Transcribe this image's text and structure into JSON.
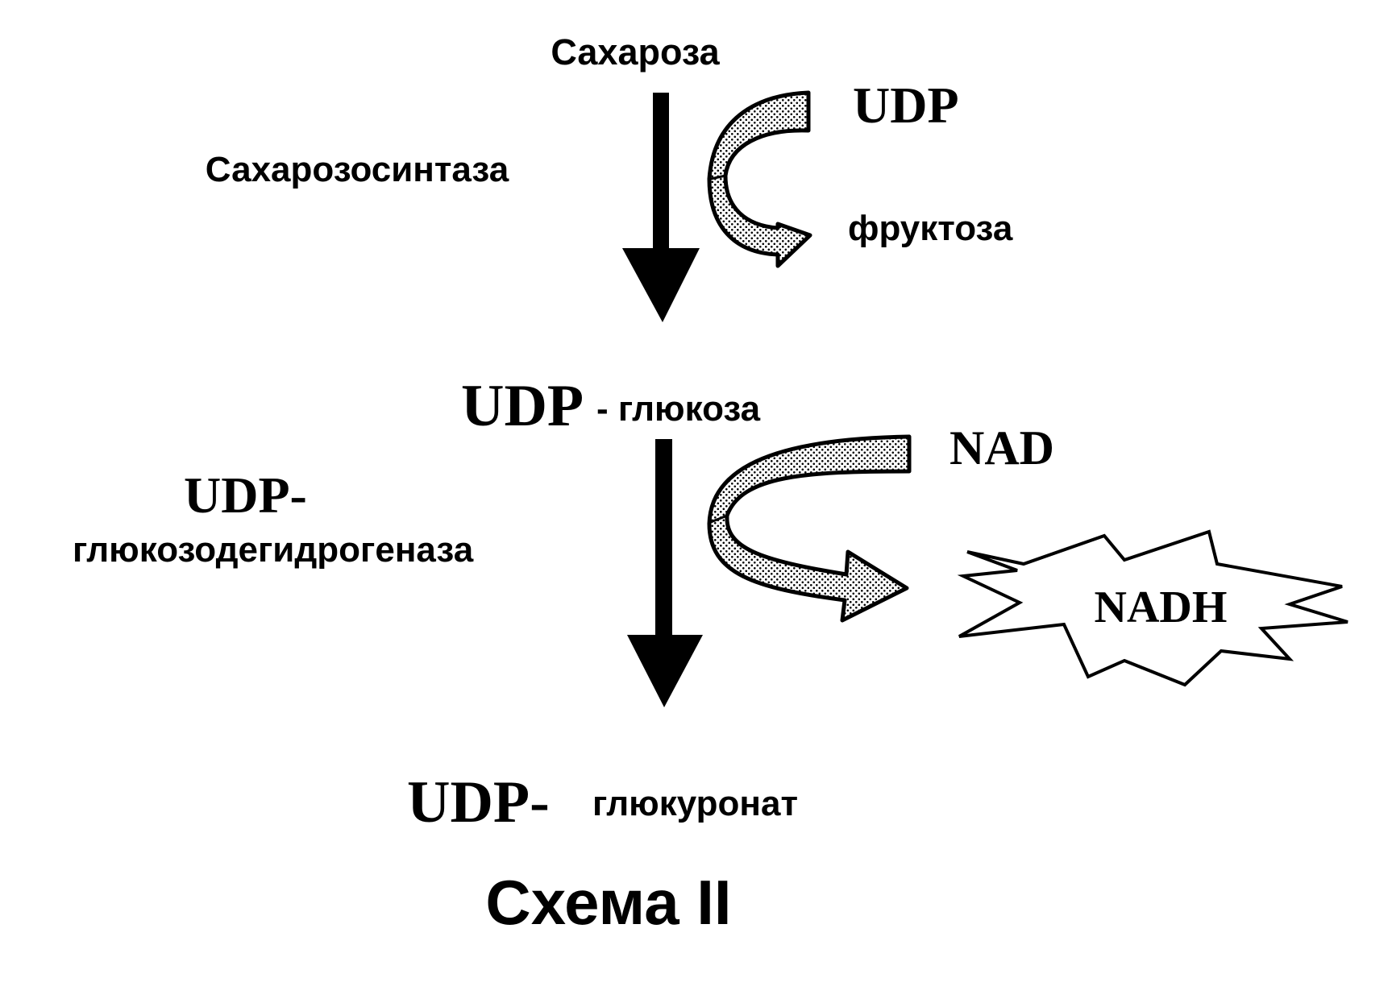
{
  "diagram": {
    "nodes": {
      "sucrose": "Сахароза",
      "udp_glucose": {
        "prefix": "UDP",
        "suffix": "- глюкоза"
      },
      "udp_glucuronate": {
        "prefix": "UDP-",
        "suffix": "глюкуронат"
      }
    },
    "enzymes": {
      "sucrose_synthase": "Сахарозосинтаза",
      "ugd": {
        "line1": "UDP-",
        "line2": "глюкозодегидрогеназа"
      }
    },
    "cofactors": {
      "udp": "UDP",
      "fructose": "фруктоза",
      "nad": "NAD",
      "nadh": "NADH"
    },
    "caption": "Схема II",
    "colors": {
      "ink": "#000000",
      "paper": "#ffffff"
    }
  }
}
